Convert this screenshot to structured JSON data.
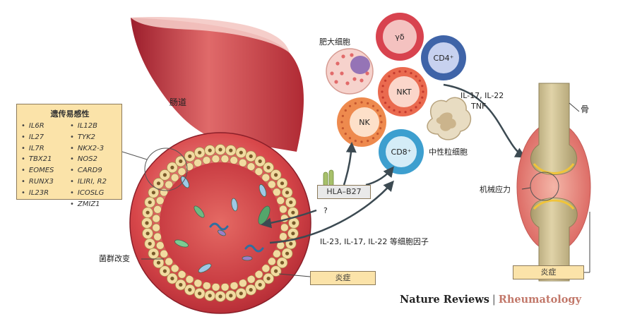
{
  "labels": {
    "intestine": "肠道",
    "microbiome_change": "菌群改变",
    "mast_cell": "肥大细胞",
    "neutrophil": "中性粒细胞",
    "bone": "骨",
    "mechanical_stress": "机械应力",
    "gut_cytokines": "IL-23, IL-17, IL-22 等细胞因子",
    "joint_cytokines_line1": "IL-17, IL-22",
    "joint_cytokines_line2": "TNF",
    "question_mark": "?"
  },
  "genetic_susceptibility": {
    "title": "遗传易感性",
    "genes_left": [
      "IL6R",
      "IL27",
      "IL7R",
      "TBX21",
      "EOMES",
      "RUNX3",
      "IL23R"
    ],
    "genes_right": [
      "IL12B",
      "TYK2",
      "NKX2-3",
      "NOS2",
      "CARD9",
      "ILIRI, R2",
      "ICOSLG",
      "ZMIZ1"
    ]
  },
  "cells": {
    "gamma_delta": "γδ",
    "cd4": "CD4⁺",
    "nkt": "NKT",
    "nk": "NK",
    "cd8": "CD8⁺"
  },
  "hla": "HLA–B27",
  "inflammation_gut": "炎症",
  "inflammation_joint": "炎症",
  "credit": {
    "journal": "Nature Reviews",
    "separator": "|",
    "topic": "Rheumatology"
  },
  "colors": {
    "gut_outer": "#c8323c",
    "gut_lumen": "#d0454a",
    "villi": "#f1dba0",
    "gamma_delta_cell": "#d8434f",
    "cd4_cell": "#3f64a8",
    "nkt_cell": "#ea6a4f",
    "nk_cell": "#ee8a4e",
    "cd8_cell": "#3d9fcf",
    "mast_cell": "#9574b6",
    "neutrophil": "#e8dcc2",
    "bone": "#cabb8c",
    "joint_capsule": "#e78a7e",
    "label_box": "#fbe3a9"
  }
}
